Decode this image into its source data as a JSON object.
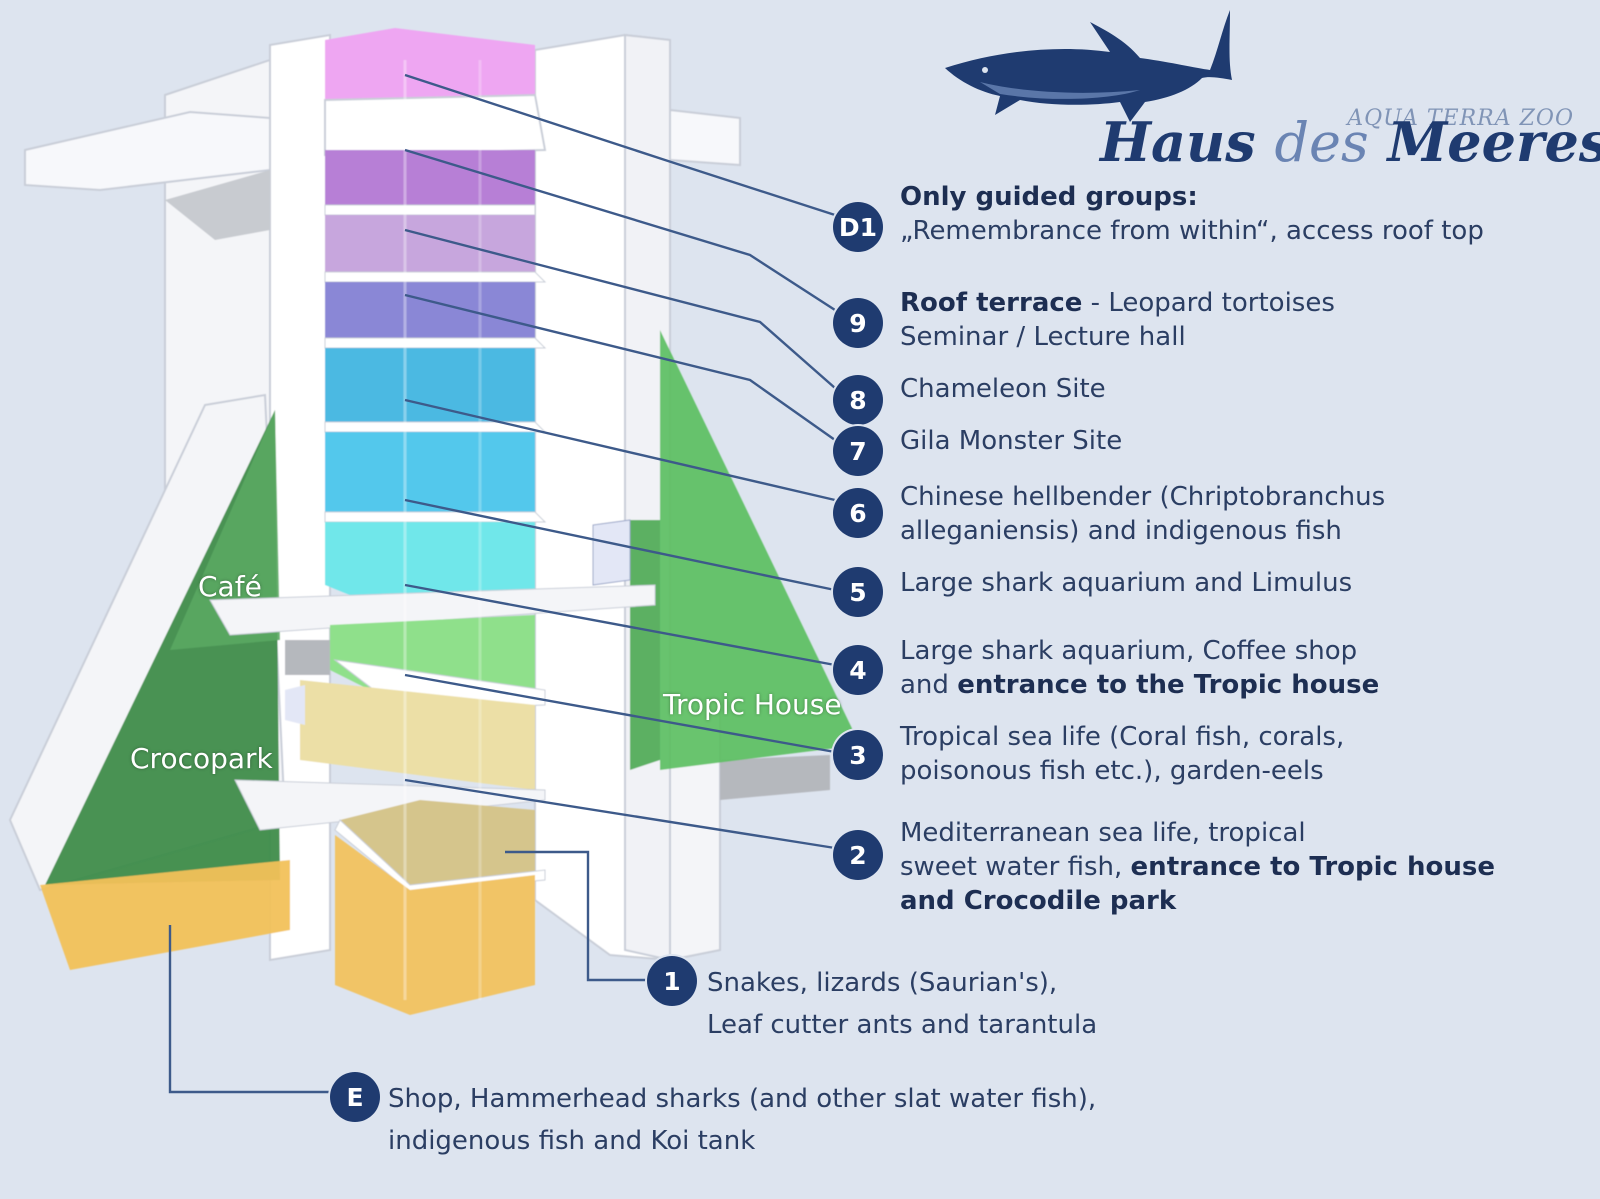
{
  "brand": {
    "title_part1": "Haus ",
    "title_part2": "des",
    "title_part3": " Meeres",
    "subtitle": "AQUA TERRA ZOO",
    "logo_icon": "shark-icon",
    "accent_color": "#1f3b70"
  },
  "places": {
    "cafe": "Café",
    "crocopark": "Crocopark",
    "tropic_house": "Tropic House"
  },
  "floors": [
    {
      "badge": "D1",
      "bold1": "Only guided groups:",
      "line2": "„Remembrance from within“, access roof top"
    },
    {
      "badge": "9",
      "bold1": "Roof terrace",
      "text1": " - Leopard tortoises",
      "line2": "Seminar / Lecture hall"
    },
    {
      "badge": "8",
      "text1": "Chameleon Site"
    },
    {
      "badge": "7",
      "text1": "Gila Monster Site"
    },
    {
      "badge": "6",
      "text1": "Chinese hellbender (Chriptobranchus",
      "line2": "alleganiensis) and indigenous fish"
    },
    {
      "badge": "5",
      "text1": "Large shark aquarium and Limulus"
    },
    {
      "badge": "4",
      "text1": "Large shark aquarium, Coffee shop",
      "line2_pre": "and ",
      "line2_bold": "entrance to the Tropic house"
    },
    {
      "badge": "3",
      "text1": "Tropical sea life (Coral fish, corals,",
      "line2": "poisonous fish etc.), garden-eels"
    },
    {
      "badge": "2",
      "text1": "Mediterranean sea life, tropical",
      "line2_pre": "sweet water fish, ",
      "line2_bold": "entrance to Tropic house",
      "line3_bold": "and Crocodile park"
    },
    {
      "badge": "1",
      "text1": "Snakes, lizards (Saurian's),",
      "line2": "Leaf cutter ants and tarantula"
    },
    {
      "badge": "E",
      "text1": "Shop, Hammerhead sharks (and other slat water fish),",
      "line2": "indigenous fish and Koi tank"
    }
  ],
  "colors": {
    "d1": "#eea6f2",
    "f9": "#b77fd6",
    "f8": "#c7a6dd",
    "f7": "#8a87d6",
    "f6": "#4bb9e2",
    "f5": "#53c8ec",
    "f4": "#6fe7ea",
    "f3": "#8fe08b",
    "f2": "#ecdfa6",
    "f1": "#d5c58c",
    "e": "#f1c466",
    "green_dark": "#4e9a5a",
    "green_light": "#6cc26c",
    "line": "#3d5a8a"
  }
}
